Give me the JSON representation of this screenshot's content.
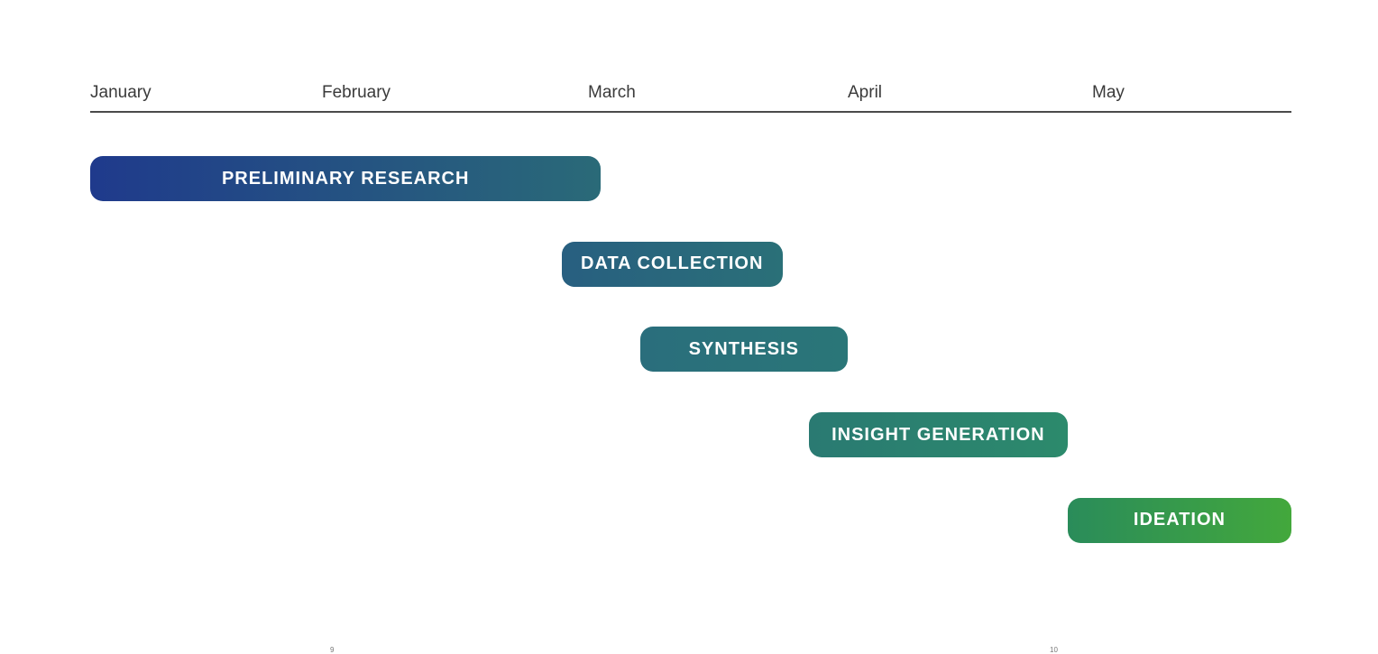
{
  "timeline": {
    "months": [
      "January",
      "February",
      "March",
      "April",
      "May"
    ],
    "phases": [
      {
        "label": "PRELIMINARY RESEARCH",
        "start": 0.0,
        "end": 2.05,
        "color_from": "#1f3a8c",
        "color_to": "#2a6a78"
      },
      {
        "label": "DATA COLLECTION",
        "start": 1.9,
        "end": 2.75,
        "color_from": "#285f80",
        "color_to": "#2a7078"
      },
      {
        "label": "SYNTHESIS",
        "start": 2.2,
        "end": 3.0,
        "color_from": "#2a6e7c",
        "color_to": "#2a7678"
      },
      {
        "label": "INSIGHT GENERATION",
        "start": 2.85,
        "end": 3.9,
        "color_from": "#2a7a72",
        "color_to": "#2c8a6c"
      },
      {
        "label": "IDEATION",
        "start": 3.9,
        "end": 5.0,
        "color_from": "#2a8c5a",
        "color_to": "#43a83c"
      }
    ]
  },
  "footer": {
    "left_page": "9",
    "right_page": "10"
  }
}
